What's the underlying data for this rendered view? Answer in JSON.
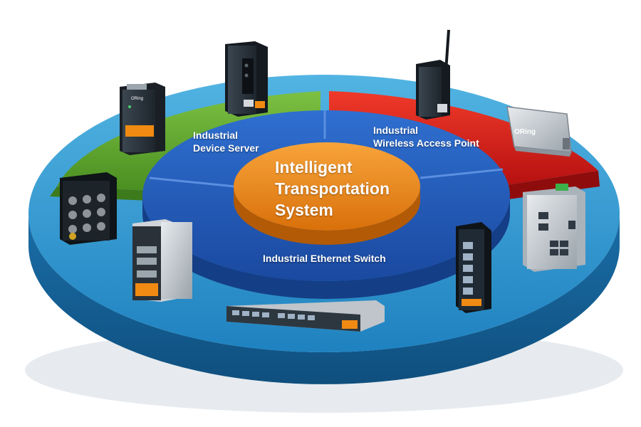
{
  "diagram": {
    "center": {
      "lines": [
        "Intelligent",
        "Transportation",
        "System"
      ]
    },
    "segments": [
      {
        "id": "device-server",
        "lines": [
          "Industrial",
          "Device Server"
        ],
        "color": "#5ea42c"
      },
      {
        "id": "wireless-ap",
        "lines": [
          "Industrial",
          "Wireless Access Point"
        ],
        "color": "#d91c1c"
      },
      {
        "id": "ethernet-switch",
        "lines": [
          "Industrial Ethernet Switch"
        ],
        "color": "#2c93c9"
      }
    ],
    "product_brand": "ORing",
    "colors": {
      "inner_ring": "#1e56b8",
      "center_disc": "#e8800a",
      "outer_base": "#2c93c9"
    }
  }
}
